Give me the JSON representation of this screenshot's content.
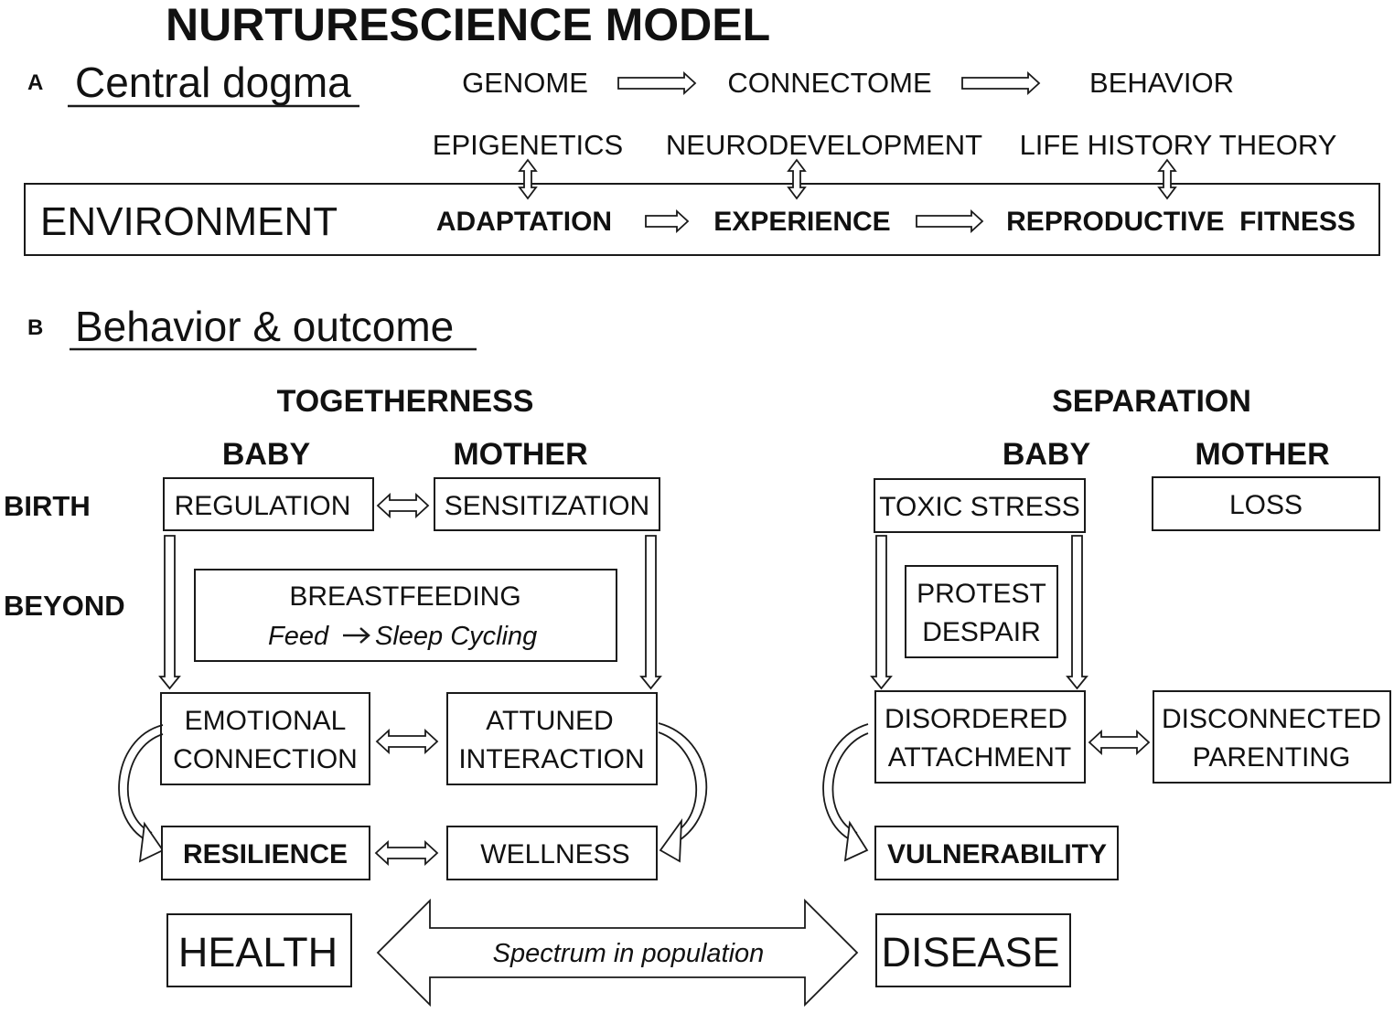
{
  "title": "NURTURESCIENCE MODEL",
  "section_a": {
    "letter": "A",
    "title": "Central dogma",
    "flow": [
      "GENOME",
      "CONNECTOME",
      "BEHAVIOR"
    ],
    "mechanisms": [
      "EPIGENETICS",
      "NEURODEVELOPMENT",
      "LIFE HISTORY THEORY"
    ],
    "environment_label": "ENVIRONMENT",
    "environment_flow": [
      "ADAPTATION",
      "EXPERIENCE",
      "REPRODUCTIVE  FITNESS"
    ]
  },
  "section_b": {
    "letter": "B",
    "title": "Behavior & outcome",
    "row_labels": {
      "birth": "BIRTH",
      "beyond": "BEYOND"
    },
    "togetherness": {
      "heading": "TOGETHERNESS",
      "baby_label": "BABY",
      "mother_label": "MOTHER",
      "regulation": "REGULATION",
      "sensitization": "SENSITIZATION",
      "breastfeeding": "BREASTFEEDING",
      "feed": "Feed",
      "sleep_cycling": "Sleep Cycling",
      "emotional_connection_line1": "EMOTIONAL",
      "emotional_connection_line2": "CONNECTION",
      "attuned_interaction_line1": "ATTUNED",
      "attuned_interaction_line2": "INTERACTION",
      "resilience": "RESILIENCE",
      "wellness": "WELLNESS"
    },
    "separation": {
      "heading": "SEPARATION",
      "baby_label": "BABY",
      "mother_label": "MOTHER",
      "toxic_stress": "TOXIC STRESS",
      "loss": "LOSS",
      "protest": "PROTEST",
      "despair": "DESPAIR",
      "disordered_attachment_line1": "DISORDERED",
      "disordered_attachment_line2": "ATTACHMENT",
      "disconnected_parenting_line1": "DISCONNECTED",
      "disconnected_parenting_line2": "PARENTING",
      "vulnerability": "VULNERABILITY"
    },
    "outcome": {
      "health": "HEALTH",
      "disease": "DISEASE",
      "spectrum": "Spectrum in population"
    }
  }
}
